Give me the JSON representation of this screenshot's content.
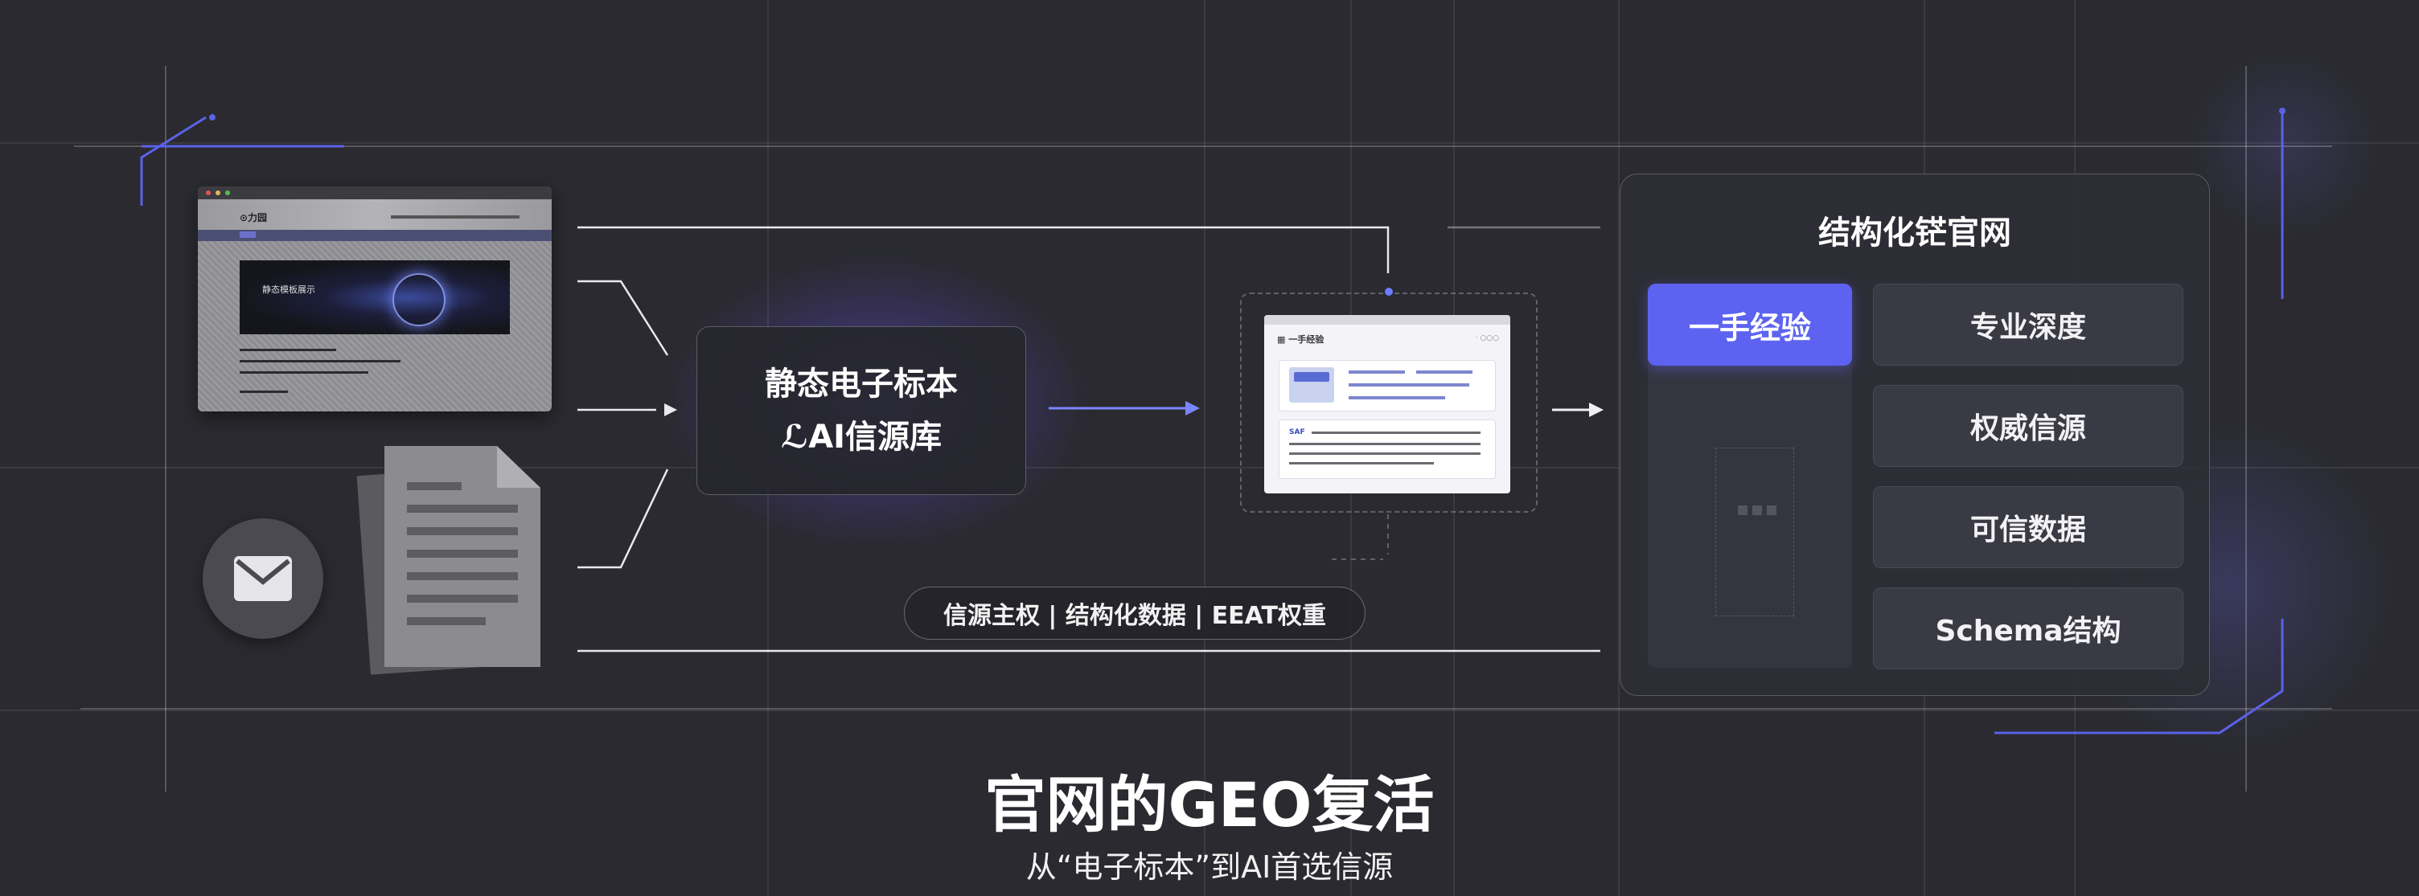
{
  "center_box": {
    "line1": "静态电子标本",
    "line2": "ℒAI信源库"
  },
  "pill": {
    "label": "信源主权 | 结构化数据 | EEAT权重"
  },
  "site_thumb": {
    "logo": "⊙力园",
    "hero_text": "静态模板展示"
  },
  "preview": {
    "header": "▦ 一手经验",
    "header_right": "· ○○○",
    "tag": "SAF"
  },
  "panel": {
    "title": "结构化铓官网",
    "active_tab": "一手经验",
    "options": [
      "专业深度",
      "权威信源",
      "可信数据",
      "Schema结构"
    ]
  },
  "title": "官网的GEO复活",
  "subtitle": "从“电子标本”到AI首选信源",
  "colors": {
    "accent": "#5d63f0",
    "background": "#2a2a30",
    "panel": "#2e2e36"
  },
  "icons": [
    "mail-icon",
    "document-icon",
    "arrow-right-icon"
  ]
}
